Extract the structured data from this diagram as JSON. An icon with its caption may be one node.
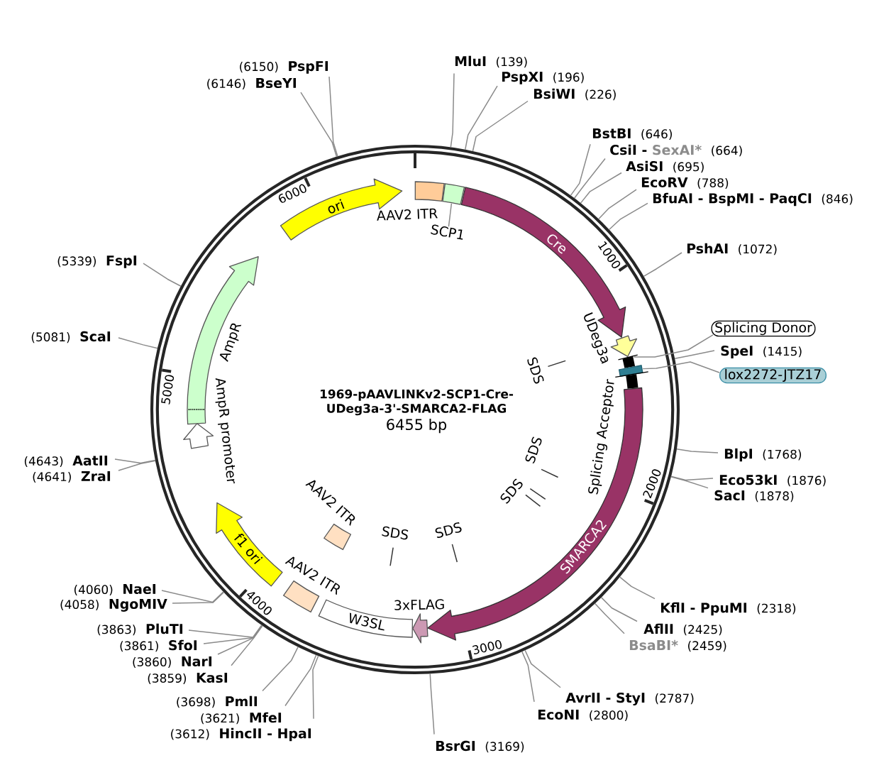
{
  "diagram": {
    "title": "1969-pAAVLINKv2-SCP1-Cre- UDeg3a-3'-SMARCA2-FLAG",
    "nodes": [
      {
        "text": [
          "AAV2 ITR"
        ]
      },
      {
        "text": [],
        "shape": "box"
      },
      {
        "text": [
          "SCP1"
        ]
      },
      {
        "text": [
          "Cre"
        ]
      },
      {
        "text": [
          "UDeg3a"
        ]
      },
      {
        "text": [],
        "shape": "bar"
      },
      {
        "text": [],
        "shape": "box"
      },
      {
        "text": [
          "Splicing Acceptor"
        ]
      },
      {
        "text": [
          "SMARCA2"
        ]
      },
      {
        "text": [
          "3xFLAG"
        ]
      },
      {
        "text": [
          "W3SL"
        ]
      },
      {
        "text": [
          "AAV2 ITR"
        ]
      },
      {
        "text": [
          "f1 ori"
        ]
      },
      {
        "text": [
          "AmpR promoter"
        ]
      },
      {
        "text": [
          "AmpR"
        ]
      },
      {
        "text": [
          "ori"
        ]
      },
      {
        "text": [
          "AAV2 ITR"
        ]
      },
      {
        "text": [
          "SDS"
        ]
      },
      {
        "text": [
          "SDS"
        ]
      },
      {
        "text": [
          "SDS"
        ]
      },
      {
        "text": [
          "SDS"
        ]
      },
      {
        "text": [
          "SDS"
        ]
      },
      {
        "text": [
          "Splicing Donor"
        ]
      },
      {
        "text": [
          "lox2272-JTZ17"
        ]
      },
      {
        "text": [
          "MluI",
          "(139)"
        ]
      },
      {
        "text": [
          "PspXI",
          "(196)"
        ]
      },
      {
        "text": [
          "BsiWI",
          "(226)"
        ]
      },
      {
        "text": [
          "BstBI",
          "(646)"
        ]
      },
      {
        "text": [
          "CsiI -",
          "SexAI*",
          "(664)"
        ]
      },
      {
        "text": [
          "AsiSI",
          "(695)"
        ]
      },
      {
        "text": [
          "EcoRV",
          "(788)"
        ]
      },
      {
        "text": [
          "BfuAI - BspMI - PaqCI",
          "(846)"
        ]
      },
      {
        "text": [
          "PshAI",
          "(1072)"
        ]
      },
      {
        "text": [
          "SpeI",
          "(1415)"
        ]
      },
      {
        "text": [
          "BlpI",
          "(1768)"
        ]
      },
      {
        "text": [
          "Eco53kI",
          "(1876)"
        ]
      },
      {
        "text": [
          "SacI",
          "(1878)"
        ]
      },
      {
        "text": [
          "KflI - PpuMI",
          "(2318)"
        ]
      },
      {
        "text": [
          "AflII",
          "(2425)"
        ]
      },
      {
        "text": [
          "BsaBI*",
          "(2459)"
        ]
      },
      {
        "text": [
          "AvrII - StyI",
          "(2787)"
        ]
      },
      {
        "text": [
          "EcoNI",
          "(2800)"
        ]
      },
      {
        "text": [
          "BsrGI",
          "(3169)"
        ]
      },
      {
        "text": [
          "(3612)",
          "HincII - HpaI"
        ]
      },
      {
        "text": [
          "(3621)",
          "MfeI"
        ]
      },
      {
        "text": [
          "(3698)",
          "PmlI"
        ]
      },
      {
        "text": [
          "(3859)",
          "KasI"
        ]
      },
      {
        "text": [
          "(3860)",
          "NarI"
        ]
      },
      {
        "text": [
          "(3861)",
          "SfoI"
        ]
      },
      {
        "text": [
          "(3863)",
          "PluTI"
        ]
      },
      {
        "text": [
          "(4058)",
          "NgoMIV"
        ]
      },
      {
        "text": [
          "(4060)",
          "NaeI"
        ]
      },
      {
        "text": [
          "(4641)",
          "ZraI"
        ]
      },
      {
        "text": [
          "(4643)",
          "AatII"
        ]
      },
      {
        "text": [
          "(5081)",
          "ScaI"
        ]
      },
      {
        "text": [
          "(5339)",
          "FspI"
        ]
      },
      {
        "text": [
          "(6146)",
          "BseYI"
        ]
      },
      {
        "text": [
          "(6150)",
          "PspFI"
        ]
      }
    ],
    "edges": [
      {
        "from": 2,
        "to": 1,
        "arrow": "none"
      },
      {
        "from": 22,
        "to": 5,
        "arrow": "none"
      },
      {
        "from": 23,
        "to": 6,
        "arrow": "none"
      },
      {
        "from": 24,
        "to": null,
        "arrow": "none"
      },
      {
        "from": 25,
        "to": null,
        "arrow": "none"
      },
      {
        "from": 26,
        "to": null,
        "arrow": "none"
      },
      {
        "from": 27,
        "to": null,
        "arrow": "none"
      },
      {
        "from": 28,
        "to": null,
        "arrow": "none"
      },
      {
        "from": 29,
        "to": null,
        "arrow": "none"
      },
      {
        "from": 30,
        "to": null,
        "arrow": "none"
      },
      {
        "from": 31,
        "to": null,
        "arrow": "none"
      },
      {
        "from": 32,
        "to": null,
        "arrow": "none"
      },
      {
        "from": 33,
        "to": null,
        "arrow": "none"
      },
      {
        "from": 34,
        "to": null,
        "arrow": "none"
      },
      {
        "from": 35,
        "to": null,
        "arrow": "none"
      },
      {
        "from": 36,
        "to": null,
        "arrow": "none"
      },
      {
        "from": 37,
        "to": null,
        "arrow": "none"
      },
      {
        "from": 38,
        "to": null,
        "arrow": "none"
      },
      {
        "from": 39,
        "to": null,
        "arrow": "none"
      },
      {
        "from": 40,
        "to": null,
        "arrow": "none"
      },
      {
        "from": 41,
        "to": null,
        "arrow": "none"
      },
      {
        "from": 42,
        "to": null,
        "arrow": "none"
      },
      {
        "from": 43,
        "to": null,
        "arrow": "none"
      },
      {
        "from": 44,
        "to": null,
        "arrow": "none"
      },
      {
        "from": 45,
        "to": null,
        "arrow": "none"
      },
      {
        "from": 46,
        "to": null,
        "arrow": "none"
      },
      {
        "from": 47,
        "to": null,
        "arrow": "none"
      },
      {
        "from": 48,
        "to": null,
        "arrow": "none"
      },
      {
        "from": 49,
        "to": null,
        "arrow": "none"
      },
      {
        "from": 50,
        "to": null,
        "arrow": "none"
      },
      {
        "from": 51,
        "to": null,
        "arrow": "none"
      },
      {
        "from": 52,
        "to": null,
        "arrow": "none"
      },
      {
        "from": 53,
        "to": null,
        "arrow": "none"
      },
      {
        "from": 54,
        "to": null,
        "arrow": "none"
      },
      {
        "from": 55,
        "to": null,
        "arrow": "none"
      },
      {
        "from": 56,
        "to": null,
        "arrow": "none"
      },
      {
        "from": 57,
        "to": null,
        "arrow": "none"
      }
    ],
    "labels": [
      "6000",
      "1000",
      "5000",
      "6455 bp",
      "2000",
      "4000",
      "3000"
    ]
  }
}
